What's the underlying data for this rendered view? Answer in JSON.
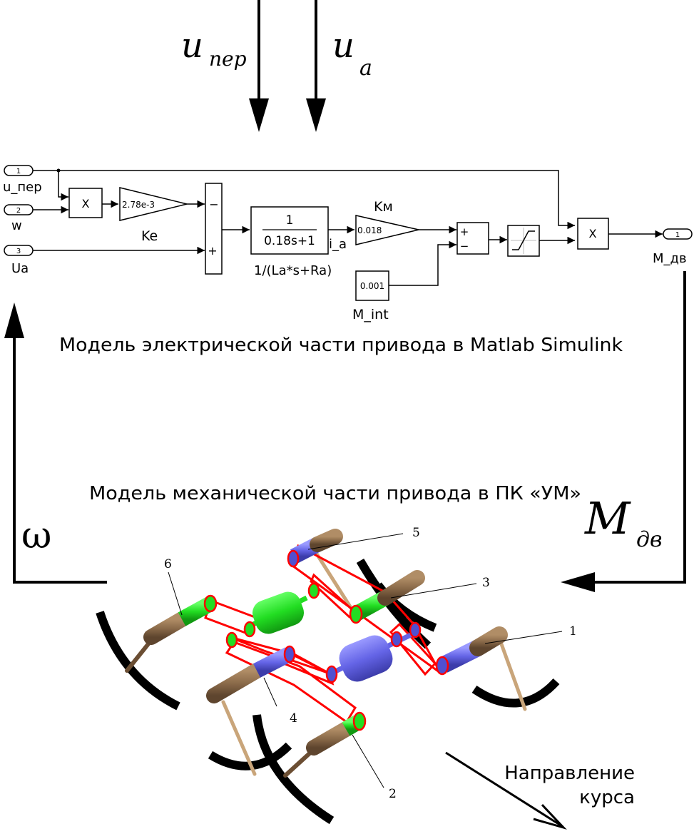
{
  "signals": {
    "u_per_symbol": "u",
    "u_per_sub": "пер",
    "u_a_symbol": "u",
    "u_a_sub": "a",
    "omega": "ω",
    "m_dv_symbol": "M",
    "m_dv_sub": "дв"
  },
  "simulink": {
    "inports": [
      {
        "number": "1",
        "label": "u_пер"
      },
      {
        "number": "2",
        "label": "w"
      },
      {
        "number": "3",
        "label": "Ua"
      }
    ],
    "product1": {
      "label": "X"
    },
    "gain_ke": {
      "value": "2.78e-3",
      "label": "Ke"
    },
    "sum1": {
      "signs": [
        "−",
        "+"
      ]
    },
    "transfer_fcn": {
      "numerator": "1",
      "denominator": "0.18s+1",
      "label": "1/(La*s+Ra)",
      "output_label": "i_a"
    },
    "gain_km": {
      "value": "0.018",
      "label": "Kм"
    },
    "constant": {
      "value": "0.001",
      "label": "M_int"
    },
    "sum2": {
      "signs": [
        "+",
        "−"
      ]
    },
    "saturation": {
      "icon": "saturation-icon"
    },
    "product2": {
      "label": "X"
    },
    "outport": {
      "number": "1",
      "label": "M_дв"
    }
  },
  "captions": {
    "electrical": "Модель электрической части привода в Matlab Simulink",
    "mechanical": "Модель механической части привода в ПК «УМ»",
    "heading_line1": "Направление",
    "heading_line2": "курса"
  },
  "mechanism": {
    "part_labels": [
      "1",
      "2",
      "3",
      "4",
      "5",
      "6"
    ],
    "colors": {
      "green": "#22dd22",
      "blue": "#6a6ae8",
      "brown": "#8b6b4a",
      "belt": "#ff0000",
      "rod": "#e8c89a",
      "leg": "#000000"
    }
  }
}
